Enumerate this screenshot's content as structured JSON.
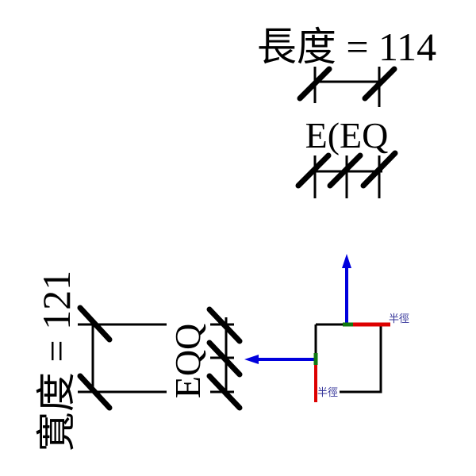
{
  "length_dimension": {
    "label": "長度 = 114",
    "tag": "E(EQ"
  },
  "width_dimension": {
    "label": "寬度 = 121",
    "tag": "EQQ"
  },
  "sketch": {
    "radius_label_top": "半徑",
    "radius_label_left": "半徑"
  },
  "colors": {
    "axis": "#0000dd",
    "red": "#dd0000",
    "green": "#117711",
    "label": "#333399"
  }
}
